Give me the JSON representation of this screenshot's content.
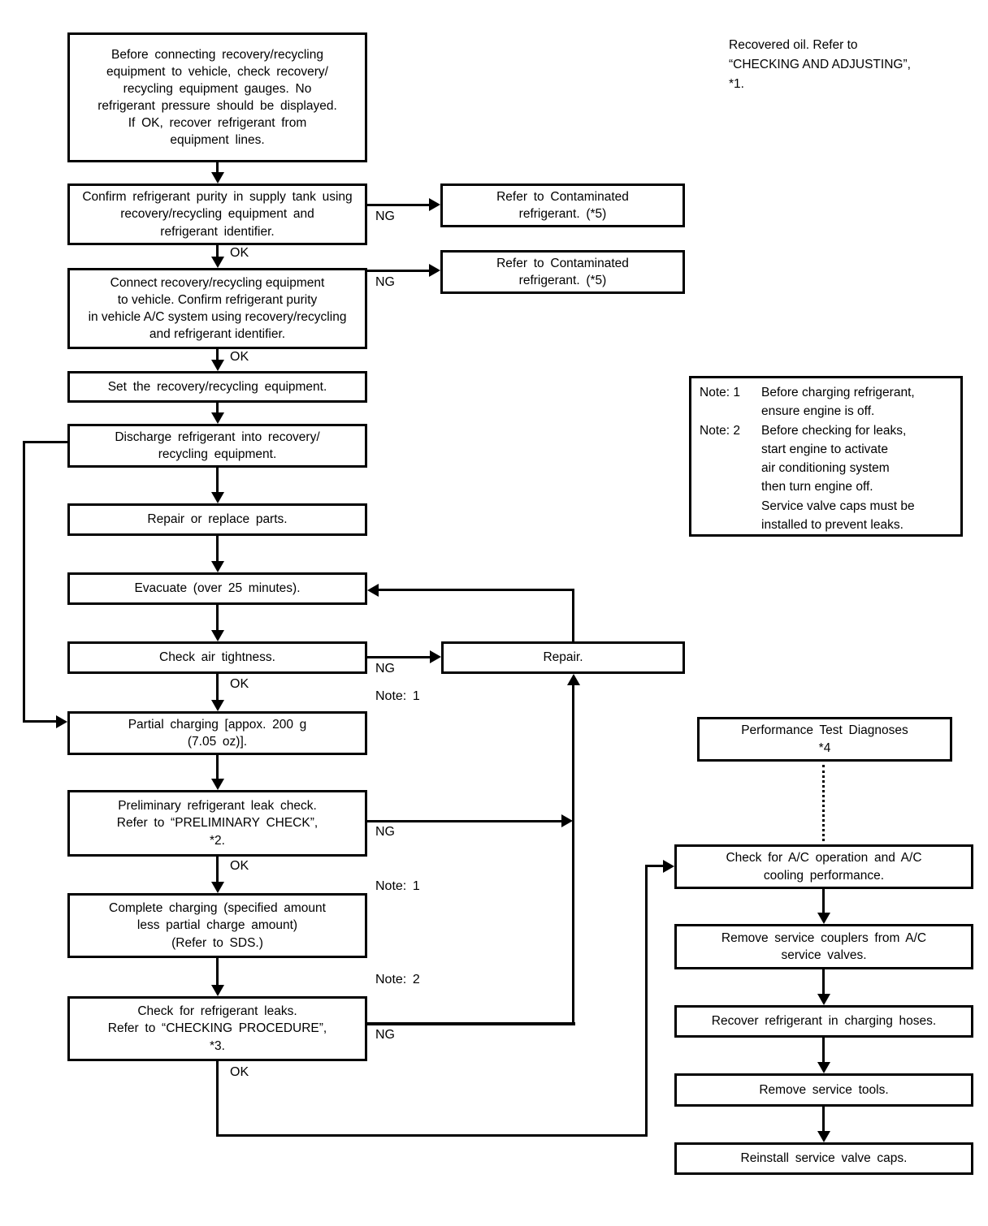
{
  "labels": {
    "ok": "OK",
    "ng": "NG",
    "note_1": "Note: 1",
    "note_2": "Note: 2"
  },
  "annotations": {
    "recovered_oil": "Recovered oil. Refer to\n“CHECKING AND ADJUSTING”,\n*1."
  },
  "note_box": {
    "items": [
      {
        "label": "Note: 1",
        "text": "Before charging refrigerant,\nensure engine is off."
      },
      {
        "label": "Note: 2",
        "text": "Before checking for leaks,\nstart engine to activate\nair conditioning system\nthen turn engine off.\nService valve caps must be\ninstalled to prevent leaks."
      }
    ]
  },
  "nodes": {
    "check_gauges": "Before connecting recovery/recycling\nequipment to vehicle, check recovery/\nrecycling equipment gauges. No\nrefrigerant pressure should be displayed.\nIf OK, recover refrigerant from\nequipment lines.",
    "confirm_purity_supply": "Confirm refrigerant purity in supply tank using\nrecovery/recycling equipment and\nrefrigerant identifier.",
    "contaminated_1": "Refer to Contaminated\nrefrigerant. (*5)",
    "connect_equipment": "Connect recovery/recycling equipment\nto vehicle. Confirm refrigerant purity\nin vehicle A/C system using recovery/recycling\nand refrigerant identifier.",
    "contaminated_2": "Refer to Contaminated\nrefrigerant. (*5)",
    "set_equipment": "Set the recovery/recycling equipment.",
    "discharge_refrigerant": "Discharge refrigerant into recovery/\nrecycling equipment.",
    "repair_replace_parts": "Repair or replace parts.",
    "evacuate": "Evacuate (over 25 minutes).",
    "check_air_tightness": "Check air tightness.",
    "repair": "Repair.",
    "partial_charging": "Partial charging [appox. 200 g\n(7.05 oz)].",
    "preliminary_leak_check": "Preliminary refrigerant leak check.\nRefer to “PRELIMINARY CHECK”,\n*2.",
    "complete_charging": "Complete charging (specified amount\nless partial charge amount)\n(Refer to SDS.)",
    "check_refrigerant_leaks": "Check for refrigerant leaks.\nRefer to “CHECKING PROCEDURE”,\n*3.",
    "performance_test": "Performance Test Diagnoses\n*4",
    "check_ac_operation": "Check for A/C operation and A/C\ncooling performance.",
    "remove_couplers": "Remove service couplers from A/C\nservice valves.",
    "recover_hoses": "Recover refrigerant in charging hoses.",
    "remove_tools": "Remove service tools.",
    "reinstall_caps": "Reinstall service valve caps."
  }
}
